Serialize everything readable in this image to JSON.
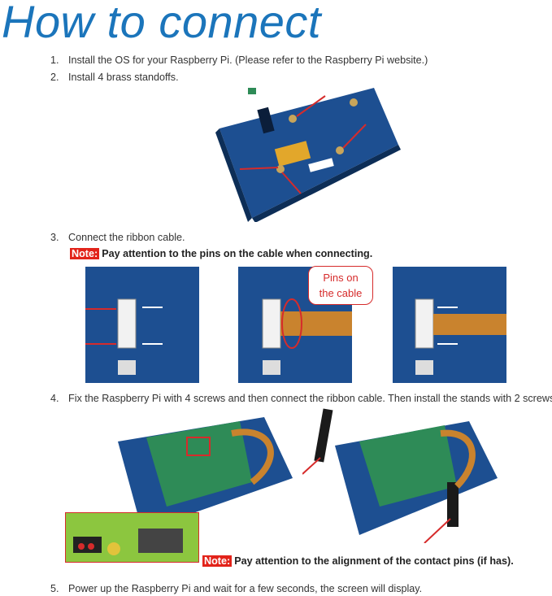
{
  "title": "How to connect",
  "steps": [
    {
      "num": "1.",
      "text": "Install the OS for your Raspberry Pi. (Please refer to the Raspberry Pi website.)"
    },
    {
      "num": "2.",
      "text": "Install 4 brass standoffs."
    },
    {
      "num": "3.",
      "text": "Connect the ribbon cable."
    },
    {
      "num": "4.",
      "text": "Fix the Raspberry Pi with 4 screws and then connect the ribbon cable. Then install the stands with 2 screws."
    },
    {
      "num": "5.",
      "text": "Power up the Raspberry Pi and wait for a few seconds, the screen will display."
    }
  ],
  "notes": {
    "tag": "Note:",
    "cable": "Pay attention to the pins on the cable when connecting.",
    "pins": "Pay attention to the alignment of the contact pins (if has)."
  },
  "callout": {
    "line1": "Pins on",
    "line2": "the cable"
  },
  "colors": {
    "title": "#1b75bb",
    "accent": "#e2231a",
    "board": "#1d4f91",
    "ribbon": "#c9832e"
  }
}
